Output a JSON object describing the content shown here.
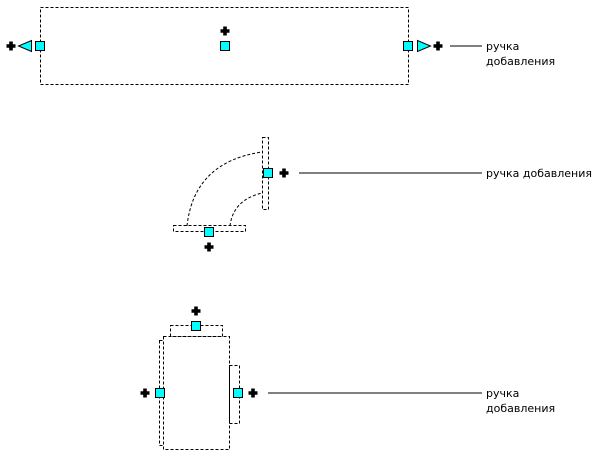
{
  "diagram": {
    "colors": {
      "grip": "#00ffff",
      "plus": "#b8b8b8",
      "stroke": "#000000",
      "background": "#ffffff"
    },
    "label_straight": [
      "ручка",
      "добавления"
    ],
    "label_elbow": "ручка добавления",
    "label_tee": [
      "ручка",
      "добавления"
    ],
    "icons": [
      "square-grip-icon",
      "plus-grip-icon",
      "triangle-lengthen-grip-icon"
    ]
  }
}
